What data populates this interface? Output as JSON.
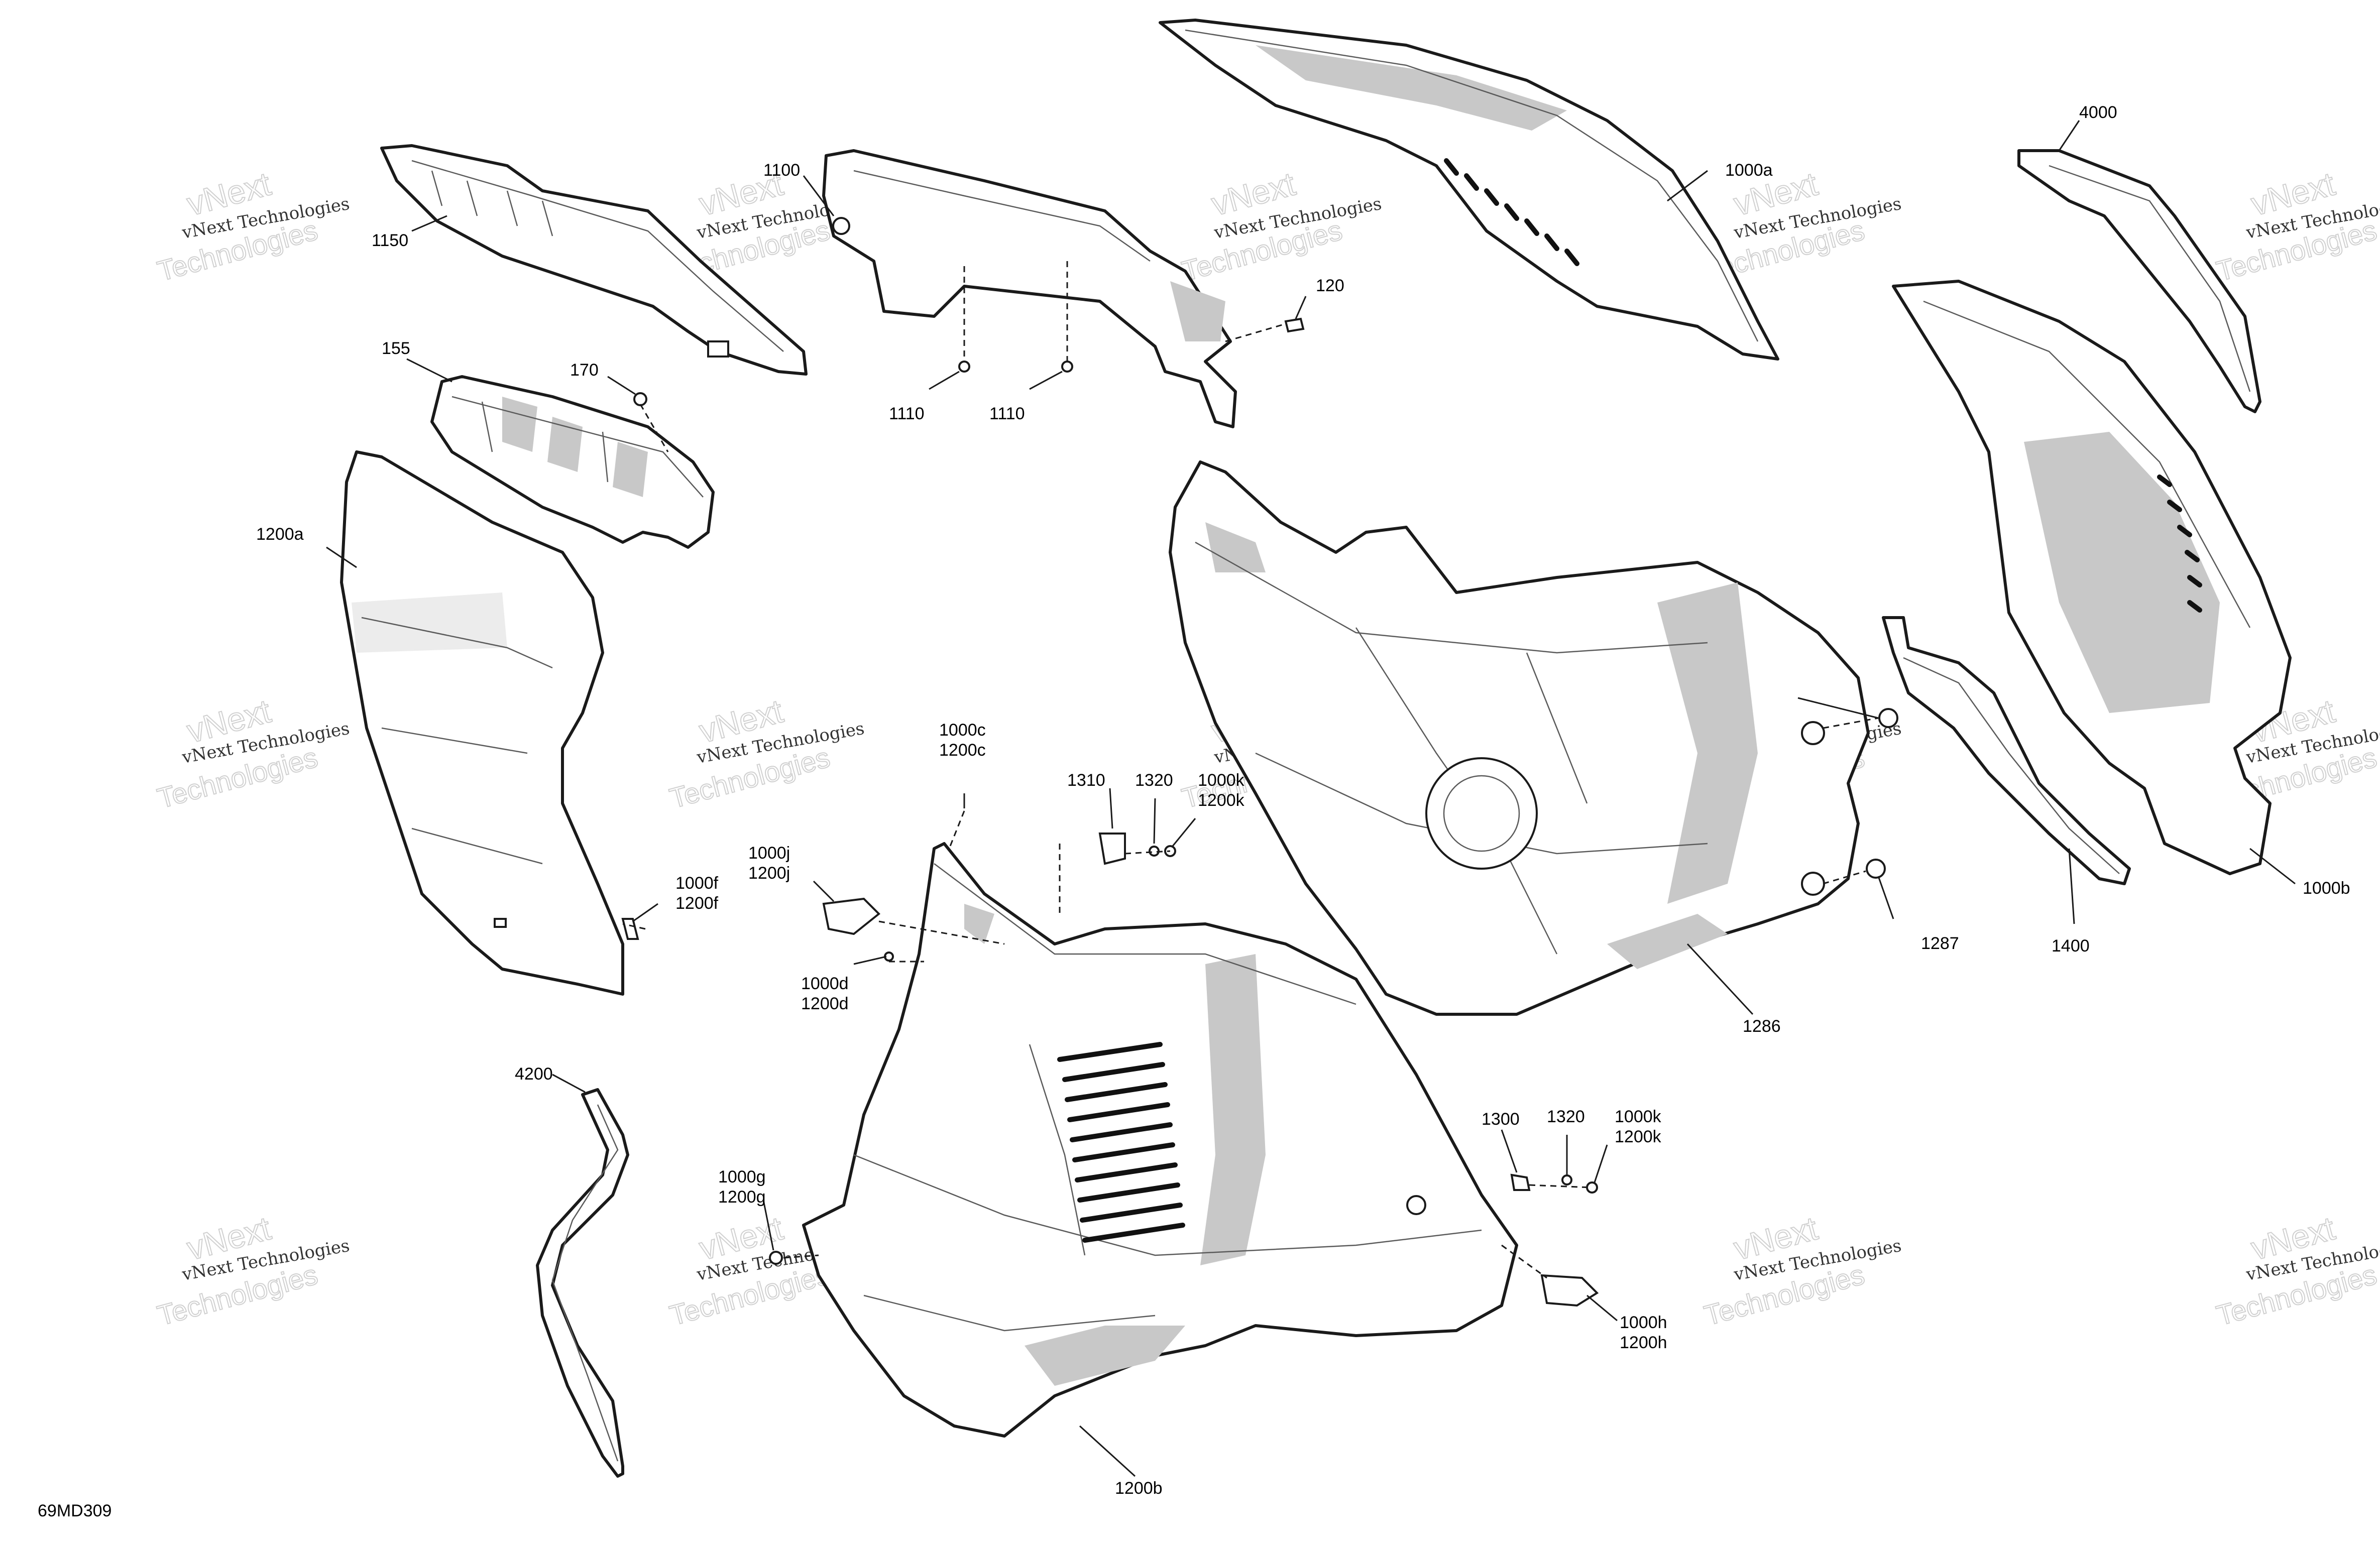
{
  "document_id": "69MD309",
  "watermark": {
    "company": "vNext Technologies",
    "line1": "vNext",
    "line2": "Technologies"
  },
  "callouts": {
    "c1150": "1150",
    "c1100": "1100",
    "c1000a": "1000a",
    "c4000": "4000",
    "c120": "120",
    "c1110_left": "1110",
    "c1110_right": "1110",
    "c155": "155",
    "c170": "170",
    "c1200a": "1200a",
    "c1000c": "1000c",
    "c1200c": "1200c",
    "c1310": "1310",
    "c1320_top": "1320",
    "c1000k_top": "1000k",
    "c1200k_top": "1200k",
    "c1000j": "1000j",
    "c1200j": "1200j",
    "c1000f": "1000f",
    "c1200f": "1200f",
    "c1000d": "1000d",
    "c1200d": "1200d",
    "c1287": "1287",
    "c1400": "1400",
    "c1000b": "1000b",
    "c1286": "1286",
    "c4200": "4200",
    "c1300": "1300",
    "c1320_bottom": "1320",
    "c1000k_bottom": "1000k",
    "c1200k_bottom": "1200k",
    "c1000g": "1000g",
    "c1200g": "1200g",
    "c1000h": "1000h",
    "c1200h": "1200h",
    "c1200b": "1200b"
  }
}
